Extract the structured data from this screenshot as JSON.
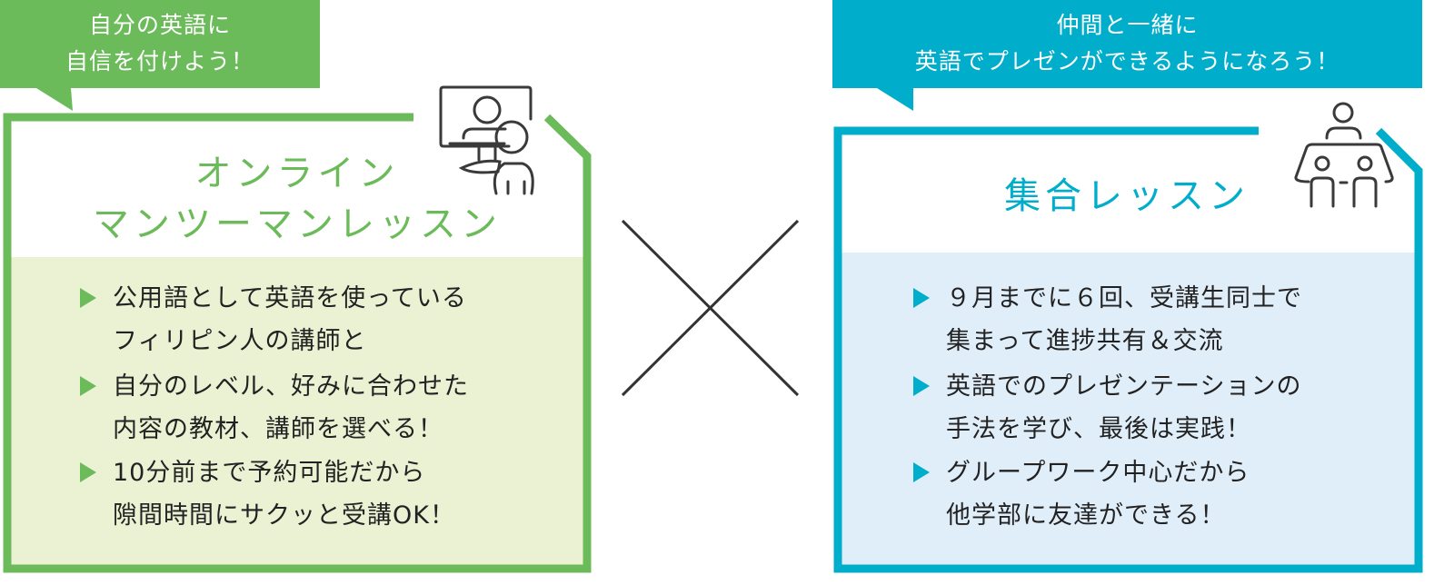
{
  "colors": {
    "green": "#6cbb5a",
    "green_bg": "#eaf2d3",
    "blue": "#00aecb",
    "blue_bg": "#e0eef9",
    "dark": "#333333"
  },
  "left": {
    "callout": [
      "自分の英語に",
      "自信を付けよう！"
    ],
    "icon": "video-call-icon",
    "title": [
      "オンライン",
      "マンツーマンレッスン"
    ],
    "bullets": [
      [
        "公用語として英語を使っている",
        "フィリピン人の講師と"
      ],
      [
        "自分のレベル、好みに合わせた",
        "内容の教材、講師を選べる！"
      ],
      [
        "10分前まで予約可能だから",
        "隙間時間にサクッと受講OK！"
      ]
    ]
  },
  "right": {
    "callout": [
      "仲間と一緒に",
      "英語でプレゼンができるようになろう！"
    ],
    "icon": "group-meeting-icon",
    "title": [
      "集合レッスン"
    ],
    "bullets": [
      [
        "９月までに６回、受講生同士で",
        "集まって進捗共有＆交流"
      ],
      [
        "英語でのプレゼンテーションの",
        "手法を学び、最後は実践！"
      ],
      [
        "グループワーク中心だから",
        "他学部に友達ができる！"
      ]
    ]
  },
  "separator": "cross-icon"
}
